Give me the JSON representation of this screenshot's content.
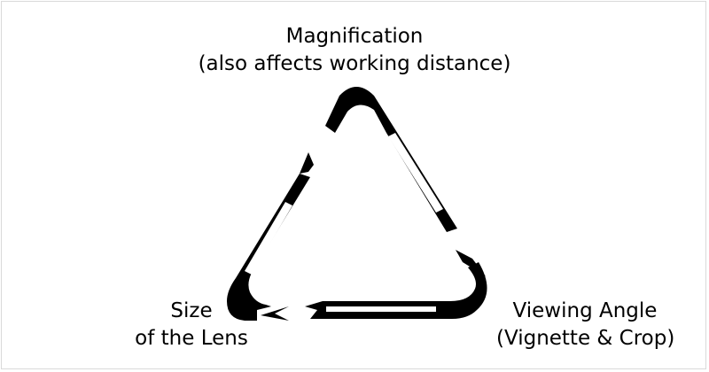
{
  "diagram": {
    "top_node": {
      "line1": "Magnification",
      "line2": "(also affects working distance)"
    },
    "left_node": {
      "line1": "Size",
      "line2": "of the Lens"
    },
    "right_node": {
      "line1": "Viewing Angle",
      "line2": "(Vignette & Crop)"
    },
    "colors": {
      "arrow": "#000000",
      "background": "#ffffff",
      "frame": "#d9d9d9"
    }
  }
}
